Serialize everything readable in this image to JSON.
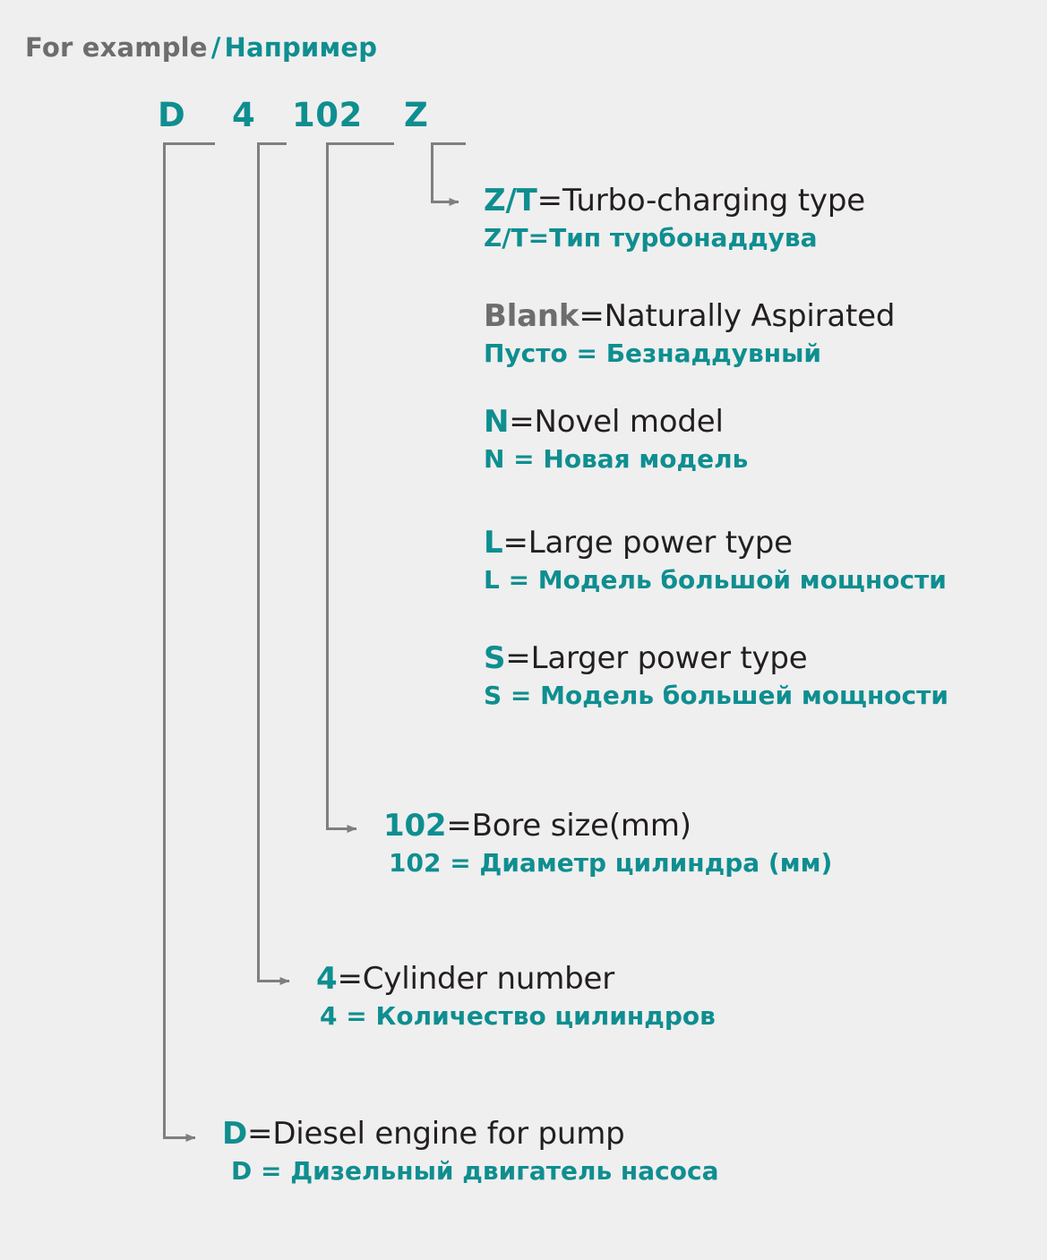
{
  "header": {
    "english": "For example",
    "separator": "/",
    "russian": "Например"
  },
  "model_code": {
    "tokens": [
      "D",
      "4",
      "102",
      "Z"
    ],
    "full": "D4102Z"
  },
  "colors": {
    "background": "#efefef",
    "teal": "#0f8e90",
    "gray": "#6d6d6d",
    "dark": "#231f20",
    "connector": "#7f7f7f"
  },
  "entries": [
    {
      "id": "zt",
      "key": "Z/T",
      "key_style": "teal",
      "english": "=Turbo-charging type",
      "russian": "Z/T=Тип турбонаддува"
    },
    {
      "id": "blank",
      "key": "Blank",
      "key_style": "gray",
      "english": "=Naturally Aspirated",
      "russian": "Пусто = Безнаддувный"
    },
    {
      "id": "novel",
      "key": "N",
      "key_style": "teal",
      "english": "=Novel model",
      "russian": "N = Новая модель"
    },
    {
      "id": "large",
      "key": "L",
      "key_style": "teal",
      "english": "=Large power type",
      "russian": "L = Модель большой мощности"
    },
    {
      "id": "larger",
      "key": "S",
      "key_style": "teal",
      "english": "=Larger power type",
      "russian": "S = Модель большей мощности"
    },
    {
      "id": "bore",
      "key": "102",
      "key_style": "teal",
      "english": "=Bore size(mm)",
      "russian": "102 = Диаметр цилиндра (мм)"
    },
    {
      "id": "cylinder",
      "key": "4",
      "key_style": "teal",
      "english": "=Cylinder number",
      "russian": "4 = Количество цилиндров"
    },
    {
      "id": "diesel",
      "key": "D",
      "key_style": "teal",
      "english": "=Diesel engine for pump",
      "russian": "D = Дизельный двигатель насоса"
    }
  ]
}
